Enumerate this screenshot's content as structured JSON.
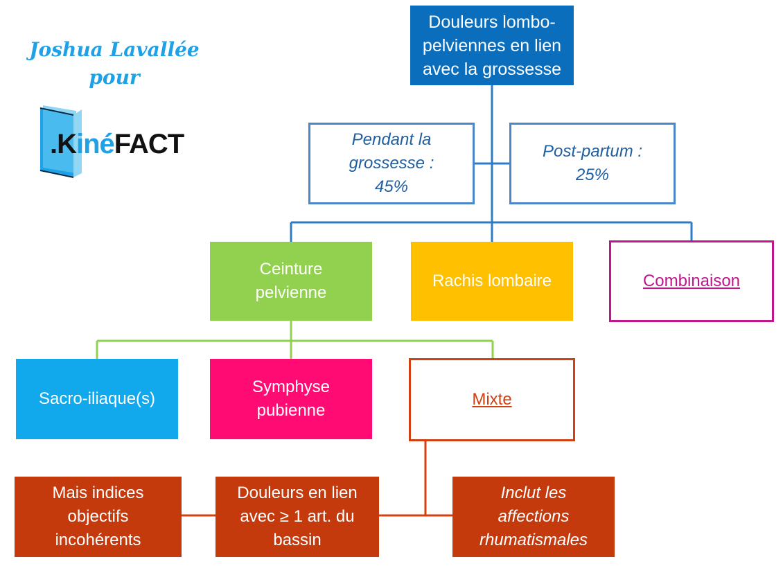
{
  "brand": {
    "author": "Joshua Lavallée\npour",
    "logo_part1": ".K",
    "logo_part2": "iné",
    "logo_part3": "FACT"
  },
  "nodes": {
    "root": "Douleurs lombo-\npelviennes en lien\navec la grossesse",
    "pregnancy": "Pendant la\ngrossesse :\n45%",
    "postpartum": "Post-partum :\n25%",
    "pelvic_girdle": "Ceinture\npelvienne",
    "lumbar_spine": "Rachis lombaire",
    "combination": "Combinaison",
    "sacroiliac": "Sacro-iliaque(s)",
    "symphysis": "Symphyse\npubienne",
    "mixed": "Mixte",
    "incoherent": "Mais indices\nobjectifs\nincohérents",
    "pain_joint": "Douleurs en lien\navec ≥ 1 art. du\nbassin",
    "rheumatic": "Inclut les\naffections\nrhumatismales"
  },
  "colors": {
    "blue_dark": "#0a6ebd",
    "blue_line": "#2e7dc4",
    "blue_outline": "#4a86c8",
    "green": "#92d050",
    "orange": "#ffc000",
    "magenta": "#c0168c",
    "cyan": "#12a8ec",
    "pink": "#ff0b73",
    "red_orange": "#d14010",
    "dark_red": "#c43a0d"
  }
}
